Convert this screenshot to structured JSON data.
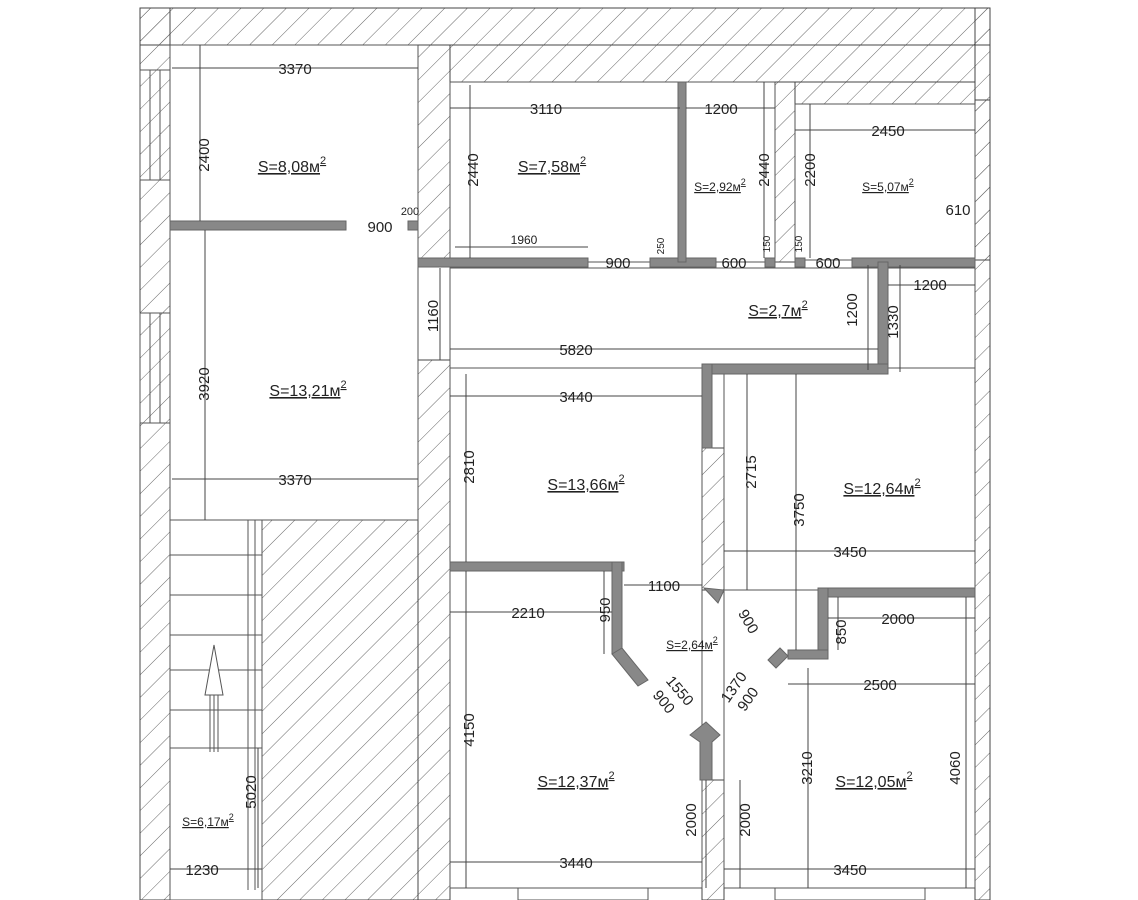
{
  "areas": {
    "room_top_left": {
      "label": "S=8,08м",
      "sup": "2"
    },
    "room_top_mid": {
      "label": "S=7,58м",
      "sup": "2"
    },
    "room_top_small": {
      "label": "S=2,92м",
      "sup": "2"
    },
    "room_top_right": {
      "label": "S=5,07м",
      "sup": "2"
    },
    "hall_upper": {
      "label": "S=2,7м",
      "sup": "2"
    },
    "room_left": {
      "label": "S=13,21м",
      "sup": "2"
    },
    "room_center": {
      "label": "S=13,66м",
      "sup": "2"
    },
    "room_right": {
      "label": "S=12,64м",
      "sup": "2"
    },
    "hall_lower": {
      "label": "S=2,64м",
      "sup": "2"
    },
    "room_bottom_mid": {
      "label": "S=12,37м",
      "sup": "2"
    },
    "room_bottom_right": {
      "label": "S=12,05м",
      "sup": "2"
    },
    "stair": {
      "label": "S=6,17м",
      "sup": "2"
    }
  },
  "dimensions": {
    "top_left_width": "3370",
    "top_left_height": "2400",
    "door_left": "900",
    "wall_200": "200",
    "top_mid_width": "3110",
    "top_mid_height": "2440",
    "top_mid_inner": "1960",
    "door_mid": "900",
    "wall_250": "250",
    "small_width": "1200",
    "small_height": "2440",
    "door_small": "600",
    "wall_150a": "150",
    "wall_150b": "150",
    "right_height": "2200",
    "right_width": "2450",
    "right_610": "610",
    "door_right": "600",
    "hall_1200_h": "1200",
    "hall_1200_w": "1200",
    "hall_1330": "1330",
    "opening_1160": "1160",
    "hall_5820": "5820",
    "left_height": "3920",
    "left_width": "3370",
    "center_width": "3440",
    "center_height": "2810",
    "center_2715": "2715",
    "right_3750": "3750",
    "right_3450": "3450",
    "opening_1100": "1100",
    "diag_900a": "900",
    "br_2000": "2000",
    "br_850": "850",
    "bm_2210": "2210",
    "bm_950": "950",
    "diag_1550": "1550",
    "diag_900b": "900",
    "diag_1370": "1370",
    "diag_900c": "900",
    "br_2500": "2500",
    "bm_4150": "4150",
    "br_3210": "3210",
    "br_4060": "4060",
    "bm_2000": "2000",
    "bm_3440": "3440",
    "br_3450": "3450",
    "stair_5020": "5020",
    "stair_1230": "1230"
  }
}
